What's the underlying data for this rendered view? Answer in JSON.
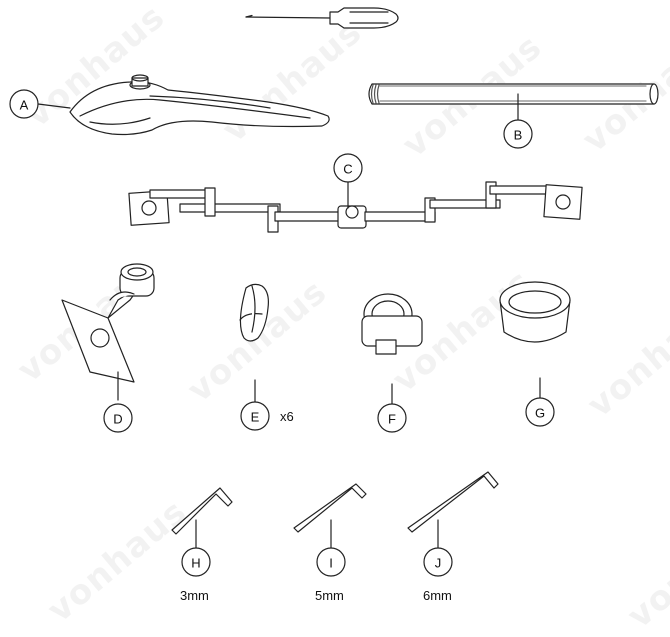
{
  "watermark": "vonhaus",
  "parts": {
    "A": "A",
    "B": "B",
    "C": "C",
    "D": "D",
    "E": "E",
    "F": "F",
    "G": "G",
    "H": "H",
    "I": "I",
    "J": "J"
  },
  "quantity_e": "x6",
  "wrench_sizes": {
    "h": "3mm",
    "i": "5mm",
    "j": "6mm"
  },
  "colors": {
    "line": "#222222",
    "watermark": "rgba(0,0,0,0.05)"
  }
}
